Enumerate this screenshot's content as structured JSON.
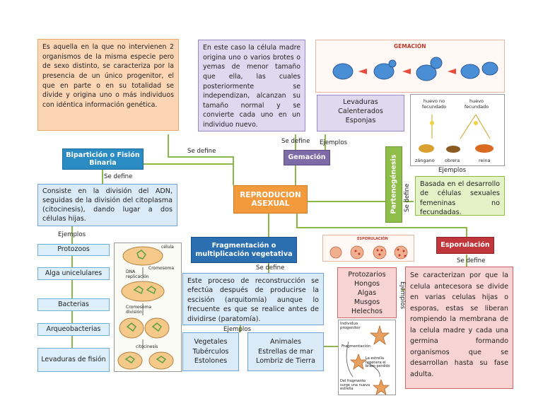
{
  "center": {
    "title": "REPRODUCION ASEXUAL"
  },
  "colors": {
    "orange": "#f39a3c",
    "purple": "#7f6aa8",
    "blue": "#2b7fb8",
    "green": "#8fbd4a",
    "red": "#c0363a",
    "line": "#8cb84a"
  },
  "edge_labels": {
    "se_define_biparticion": "Se define",
    "se_define_biparticion_2": "Se define",
    "se_define_gemacion": "Se define",
    "ejemplos_gemacion": "Ejemplos",
    "ejemplos_partenogenesis": "Ejemplos",
    "se_define_partenogenesis": "Se define",
    "ejemplos_biparticion": "Ejemplos",
    "se_define_fragmentacion": "Se define",
    "ejemplos_fragmentacion": "Ejemplos",
    "ejemplos_esporulacion": "Ejemplos",
    "se_define_esporulacion": "Se define"
  },
  "sexual_definition": "Es aquella en la que no intervienen 2 organismos de la misma especie pero de sexo distinto, se caracteriza por la presencia de un único progenitor, el que en parte o en su totalidad se divide y origina uno o más individuos con idéntica información genética.",
  "gemacion": {
    "header": "Gemación",
    "definition": "En este caso la célula madre origina uno o varios brotes o yemas de menor tamaño que ella, las cuales posteriormente se independizan, alcanzan su tamaño normal y se convierte cada uno en un individuo nuevo.",
    "examples": [
      "Levaduras",
      "Calenterados",
      "Esponjas"
    ],
    "image_title": "GEMACIÓN"
  },
  "partenogenesis": {
    "header": "Partenogénesis",
    "definition": "Basada en el desarrollo de células sexuales femeninas no fecundadas.",
    "image_labels": [
      "huevo no fecundado",
      "huevo fecundado",
      "zángano",
      "obrera",
      "reina"
    ]
  },
  "biparticion": {
    "header": "Bipartición o Fisión Binaria",
    "definition": "Consiste en la división del ADN, seguidas de la división del citoplasma (citocinesis), dando lugar a dos células hijas.",
    "examples": [
      "Protozoos",
      "Alga unicelulares",
      "Bacterias",
      "Arqueobacterias",
      "Levaduras de fisión"
    ],
    "image_labels": [
      "célula",
      "Cromosoma",
      "DNA replicación",
      "Cromosoma división",
      "citocinesis"
    ]
  },
  "fragmentacion": {
    "header": "Fragmentación o multiplicación vegetativa",
    "definition": "Este proceso de reconstrucción se efectúa después de producirse la escisión (arquitomía) aunque lo frecuente es que se realice antes de dividirse (paratomía).",
    "examples_plants": [
      "Vegetales",
      "Tubérculos",
      "Estolones"
    ],
    "examples_animals": [
      "Animales",
      "Estrellas de mar",
      "Lombriz de Tierra"
    ],
    "image_labels": [
      "Individuo progenitor",
      "Fragmentación",
      "La estrella regenera el brazo perdido",
      "Del fragmento surge una nueva estrella"
    ]
  },
  "esporulacion": {
    "header": "Esporulación",
    "definition": "Se caracterizan por que la celula antecesora se divide en varias celulas hijas o esporas, estas se liberan rompiendo la membrana de la celula madre y cada una germina formando organismos que se desarrollan hasta su fase adulta.",
    "examples": [
      "Protozarios",
      "Hongos",
      "Algas",
      "Musgos",
      "Helechos"
    ],
    "image_title": "ESPORULACIÓN"
  }
}
